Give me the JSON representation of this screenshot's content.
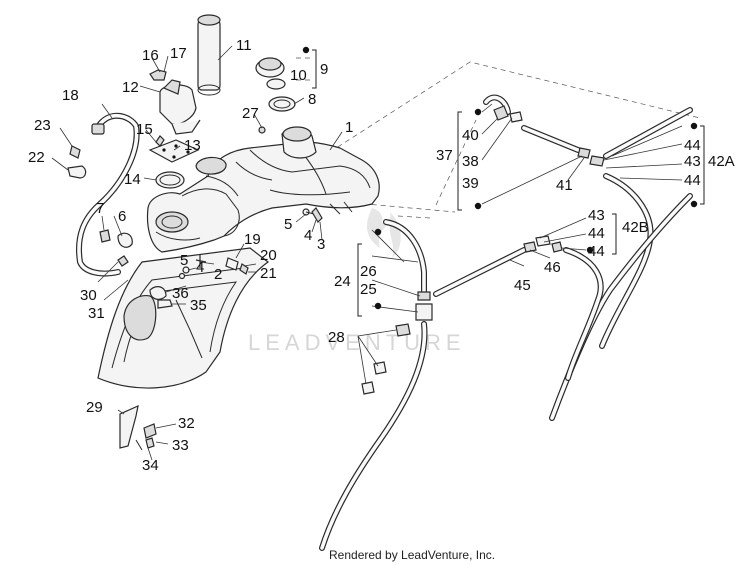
{
  "callouts": {
    "n1": "1",
    "n2": "2",
    "n3": "3",
    "n4a": "4",
    "n4b": "4",
    "n5a": "5",
    "n5b": "5",
    "n6": "6",
    "n7": "7",
    "n8": "8",
    "n9": "9",
    "n10": "10",
    "n11": "11",
    "n12": "12",
    "n13": "13",
    "n14": "14",
    "n15": "15",
    "n16": "16",
    "n17": "17",
    "n18": "18",
    "n19": "19",
    "n20": "20",
    "n21": "21",
    "n22": "22",
    "n23": "23",
    "n24": "24",
    "n25": "25",
    "n26": "26",
    "n27": "27",
    "n28": "28",
    "n29": "29",
    "n30": "30",
    "n31": "31",
    "n32": "32",
    "n33": "33",
    "n34": "34",
    "n35": "35",
    "n36": "36",
    "n37": "37",
    "n38": "38",
    "n39": "39",
    "n40": "40",
    "n41": "41",
    "n42a": "42A",
    "n42b": "42B",
    "n43a": "43",
    "n43b": "43",
    "n44a": "44",
    "n44b": "44",
    "n44c": "44",
    "n44d": "44",
    "n45": "45",
    "n46": "46"
  },
  "watermark": "LEADVENTURE",
  "credit": "Rendered by LeadVenture, Inc."
}
